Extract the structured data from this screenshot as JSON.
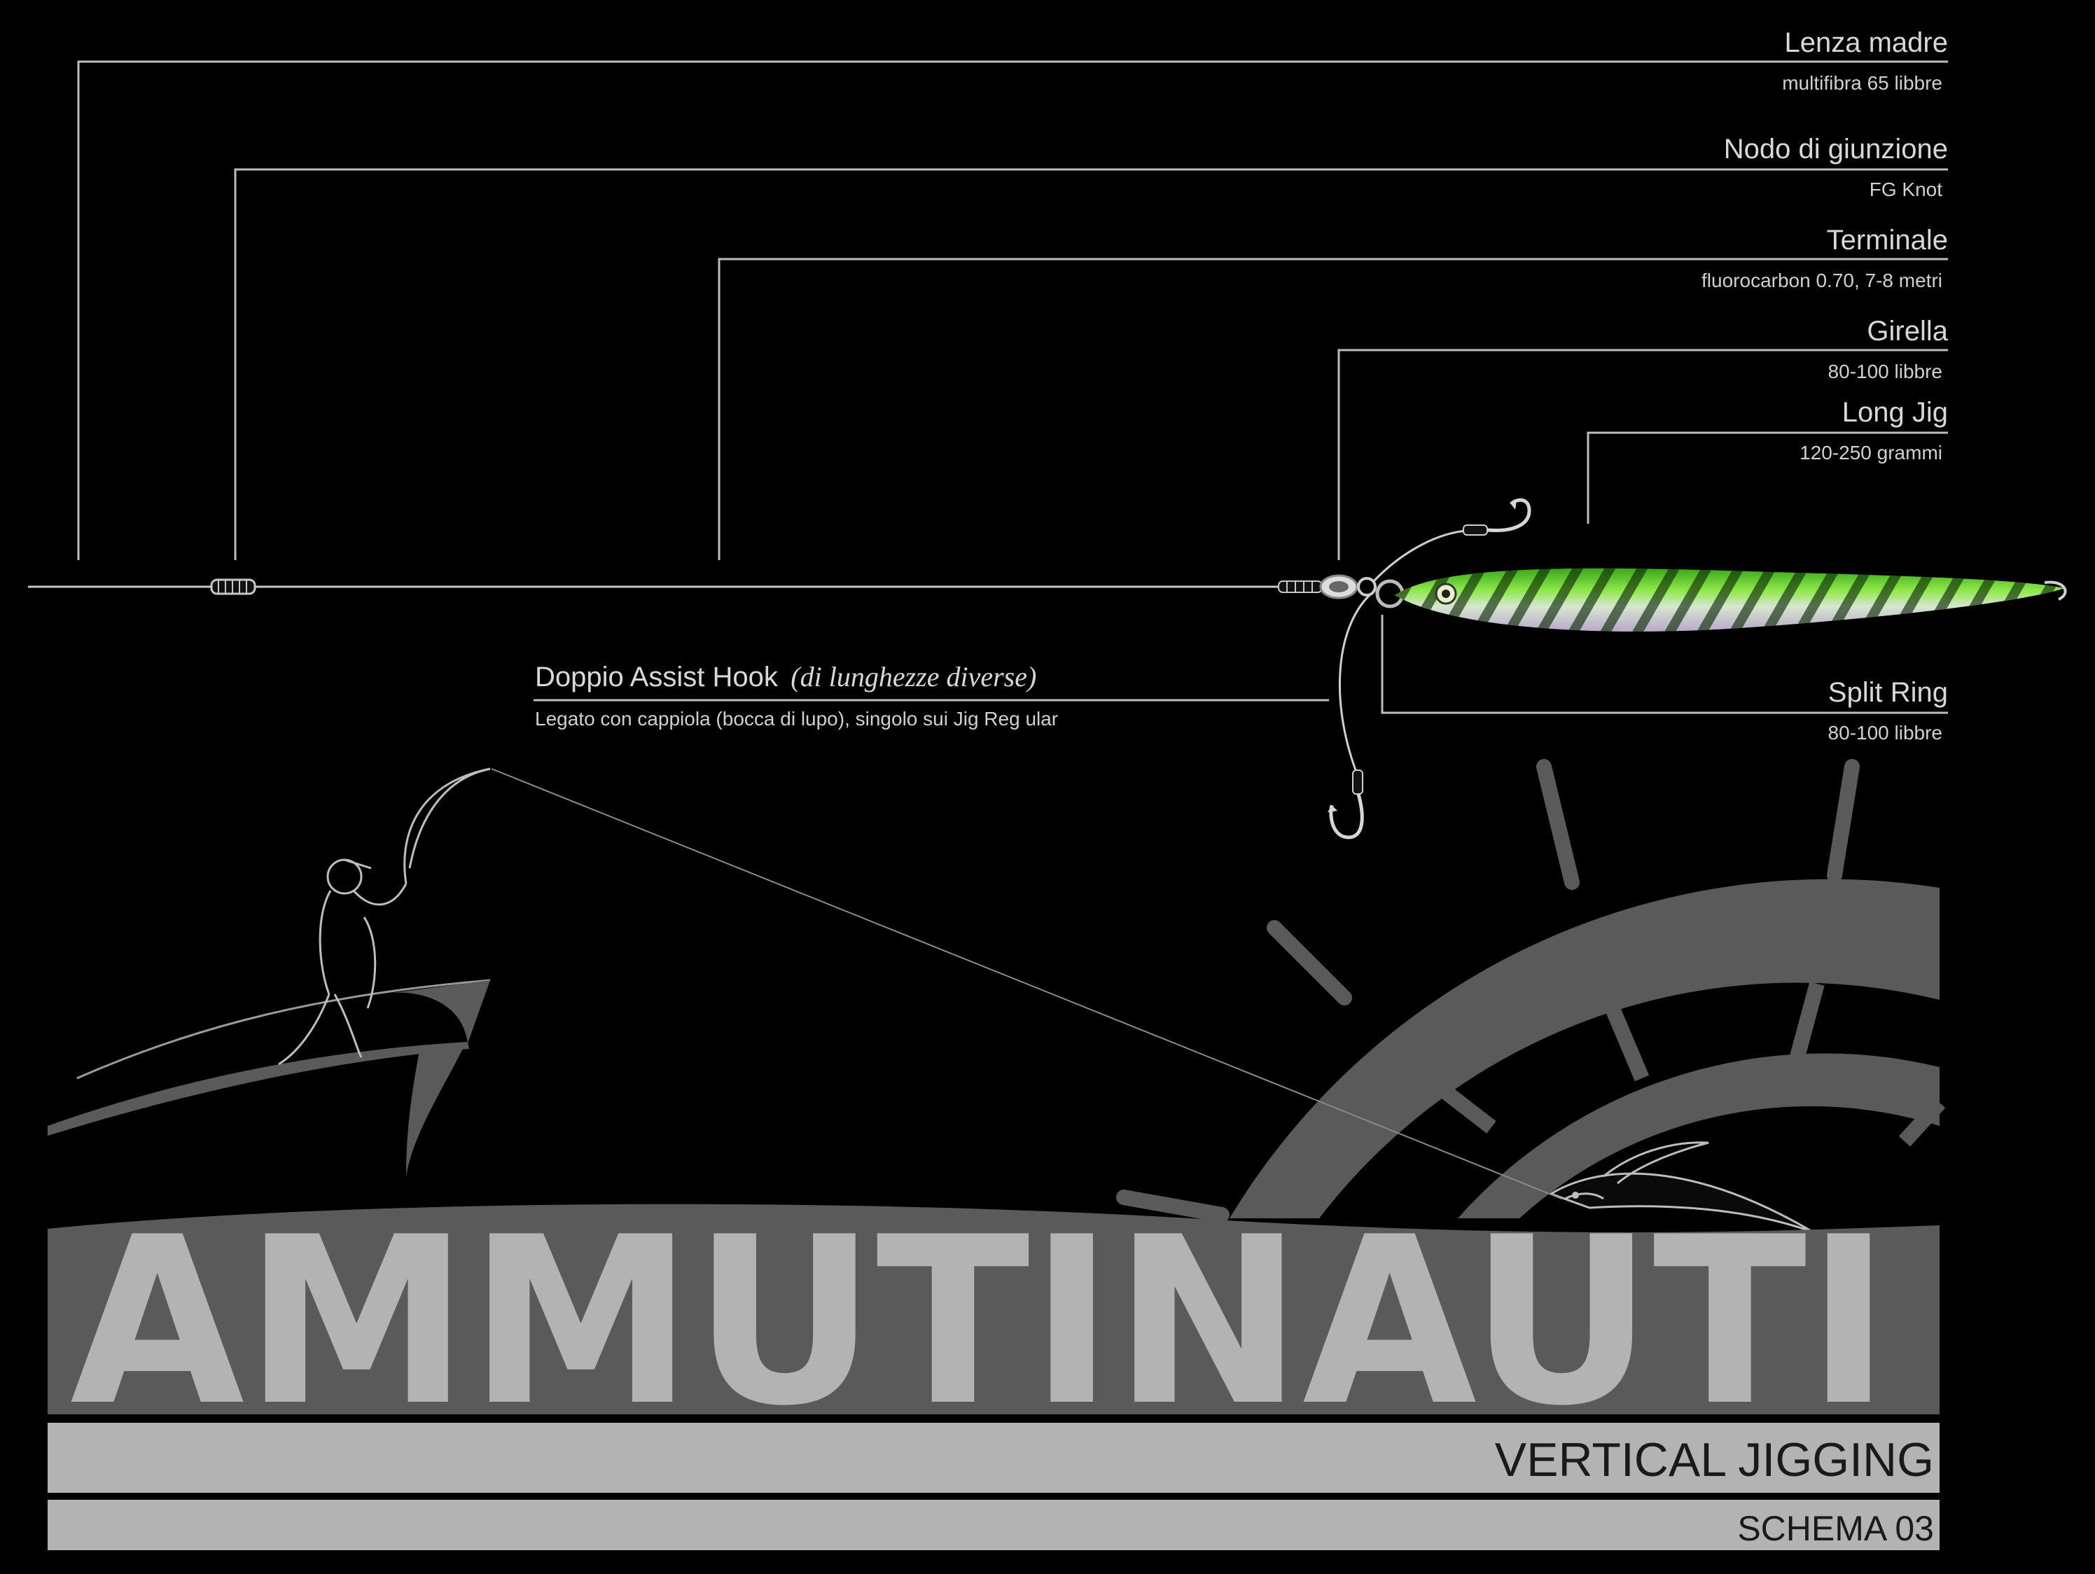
{
  "labels": {
    "main_line": {
      "title": "Lenza madre",
      "sub": "multifibra 65 libbre"
    },
    "joint_knot": {
      "title": "Nodo di giunzione",
      "sub": "FG Knot"
    },
    "leader": {
      "title": "Terminale",
      "sub": "fluorocarbon 0.70, 7-8 metri"
    },
    "swivel": {
      "title": "Girella",
      "sub": "80-100 libbre"
    },
    "long_jig": {
      "title": "Long Jig",
      "sub": "120-250 grammi"
    },
    "assist_hook": {
      "title": "Doppio Assist Hook",
      "title_italic": "(di lunghezze diverse)",
      "sub": "Legato con cappiola (bocca di lupo), singolo sui Jig Reg ular"
    },
    "split_ring": {
      "title": "Split Ring",
      "sub": "80-100 libbre"
    }
  },
  "brand": {
    "name": "AMMUTINAUTI",
    "tagline": "VERTICAL JIGGING",
    "schema": "SCHEMA 03"
  },
  "colors": {
    "background": "#000000",
    "line": "#c8c8c8",
    "logo_gray": "#5a5a5a",
    "band_gray": "#b3b3b3",
    "jig_green": "#5fc91e"
  }
}
